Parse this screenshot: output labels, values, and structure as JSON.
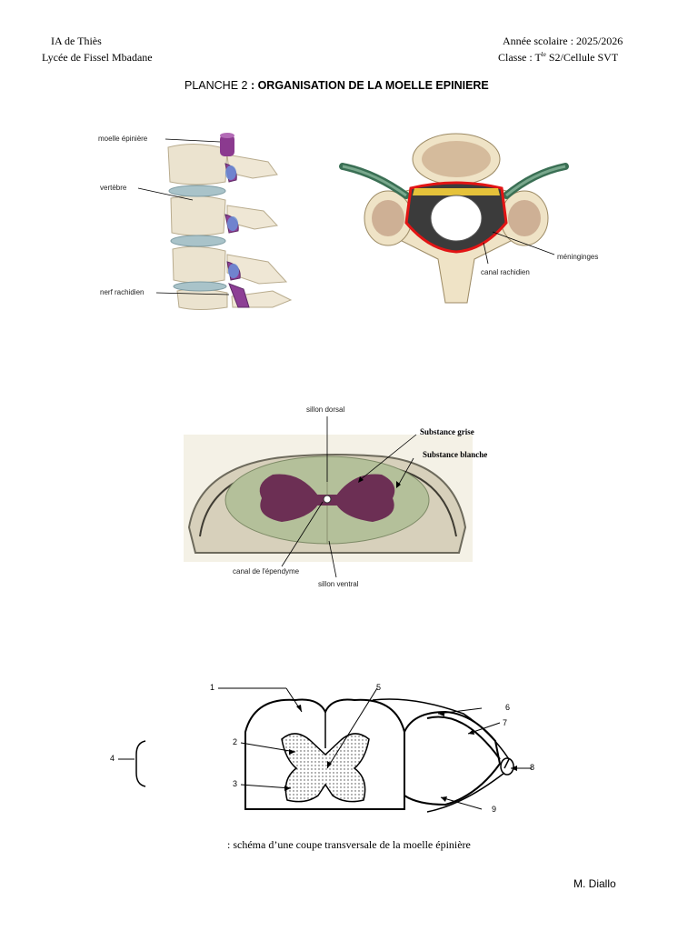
{
  "header": {
    "left_line1": "IA de Thiès",
    "left_line2": "Lycée de Fissel Mbadane",
    "right_line1": "Année scolaire : 2025/2026",
    "right_line2_pre": "Classe : T",
    "right_line2_sup": "le",
    "right_line2_post": " S2/Cellule SVT"
  },
  "title": {
    "prefix": "PLANCHE 2 ",
    "main": ": ORGANISATION DE LA MOELLE EPINIERE"
  },
  "figure1": {
    "labels": [
      "moelle épinière",
      "vertèbre",
      "nerf rachidien"
    ]
  },
  "figure2": {
    "labels": [
      "méninginges",
      "canal rachidien"
    ]
  },
  "figure3": {
    "labels": {
      "dorsal": "sillon dorsal",
      "grise": "Substance grise",
      "blanche": "Substance blanche",
      "ependyme": "canal de l'épendyme",
      "ventral": "sillon ventral"
    }
  },
  "figure4": {
    "numbers": [
      "1",
      "2",
      "3",
      "4",
      "5",
      "6",
      "7",
      "8",
      "9"
    ],
    "caption": ": schéma d’une coupe transversale de la moelle épinière"
  },
  "footer": {
    "author": "M. Diallo"
  }
}
